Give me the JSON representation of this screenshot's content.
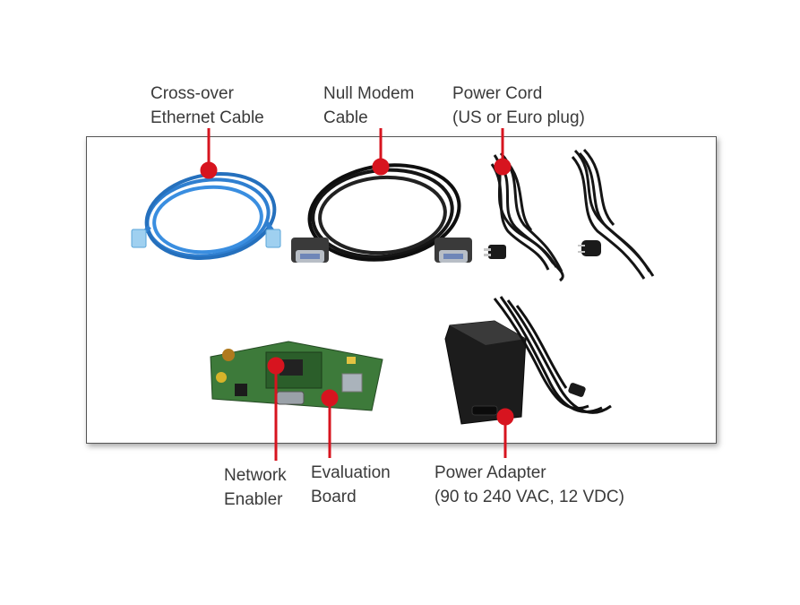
{
  "callouts": {
    "ethernet": {
      "line1": "Cross-over",
      "line2": "Ethernet Cable"
    },
    "null_modem": {
      "line1": "Null Modem",
      "line2": "Cable"
    },
    "power_cord": {
      "line1": "Power Cord",
      "line2": "(US or Euro plug)"
    },
    "network_enabler": {
      "line1": "Network",
      "line2": "Enabler"
    },
    "evaluation_board": {
      "line1": "Evaluation",
      "line2": "Board"
    },
    "power_adapter": {
      "line1": "Power Adapter",
      "line2": "(90 to 240 VAC, 12 VDC)"
    }
  },
  "colors": {
    "callout_red": "#d7141f",
    "ethernet_blue": "#2f7fd0",
    "cable_black": "#151515",
    "pcb_green": "#3d7a3a",
    "label_gray": "#3a3a3a"
  }
}
